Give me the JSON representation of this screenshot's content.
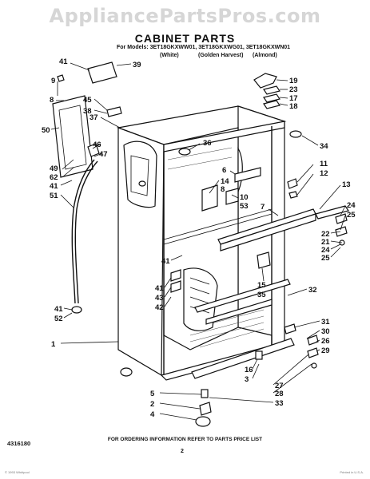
{
  "watermark": "AppliancePartsPros.com",
  "title": "CABINET PARTS",
  "models_line": "For Models: 3ET18GKXWW01, 3ET18GKXWG01, 3ET18GKXWN01",
  "colors": [
    "(White)",
    "(Golden Harvest)",
    "(Almond)"
  ],
  "order_note": "FOR ORDERING INFORMATION REFER TO PARTS PRICE LIST",
  "doc_number": "4316180",
  "page_number": "2",
  "footer_left": "© 1993 Whirlpool",
  "footer_right": "Printed in U.S.A.",
  "callouts": [
    {
      "text": "41"
    },
    {
      "text": "39"
    },
    {
      "text": "9"
    },
    {
      "text": "8"
    },
    {
      "text": "45"
    },
    {
      "text": "38"
    },
    {
      "text": "37"
    },
    {
      "text": "50"
    },
    {
      "text": "46"
    },
    {
      "text": "47"
    },
    {
      "text": "49"
    },
    {
      "text": "62"
    },
    {
      "text": "41"
    },
    {
      "text": "51"
    },
    {
      "text": "36"
    },
    {
      "text": "19"
    },
    {
      "text": "23"
    },
    {
      "text": "17"
    },
    {
      "text": "18"
    },
    {
      "text": "34"
    },
    {
      "text": "11"
    },
    {
      "text": "12"
    },
    {
      "text": "13"
    },
    {
      "text": "6"
    },
    {
      "text": "14"
    },
    {
      "text": "8"
    },
    {
      "text": "10"
    },
    {
      "text": "53"
    },
    {
      "text": "7"
    },
    {
      "text": "24"
    },
    {
      "text": "25"
    },
    {
      "text": "22"
    },
    {
      "text": "21"
    },
    {
      "text": "24"
    },
    {
      "text": "25"
    },
    {
      "text": "41"
    },
    {
      "text": "41"
    },
    {
      "text": "43"
    },
    {
      "text": "42"
    },
    {
      "text": "15"
    },
    {
      "text": "35"
    },
    {
      "text": "32"
    },
    {
      "text": "41"
    },
    {
      "text": "52"
    },
    {
      "text": "1"
    },
    {
      "text": "31"
    },
    {
      "text": "30"
    },
    {
      "text": "26"
    },
    {
      "text": "29"
    },
    {
      "text": "16"
    },
    {
      "text": "3"
    },
    {
      "text": "27"
    },
    {
      "text": "28"
    },
    {
      "text": "33"
    },
    {
      "text": "5"
    },
    {
      "text": "2"
    },
    {
      "text": "4"
    }
  ]
}
